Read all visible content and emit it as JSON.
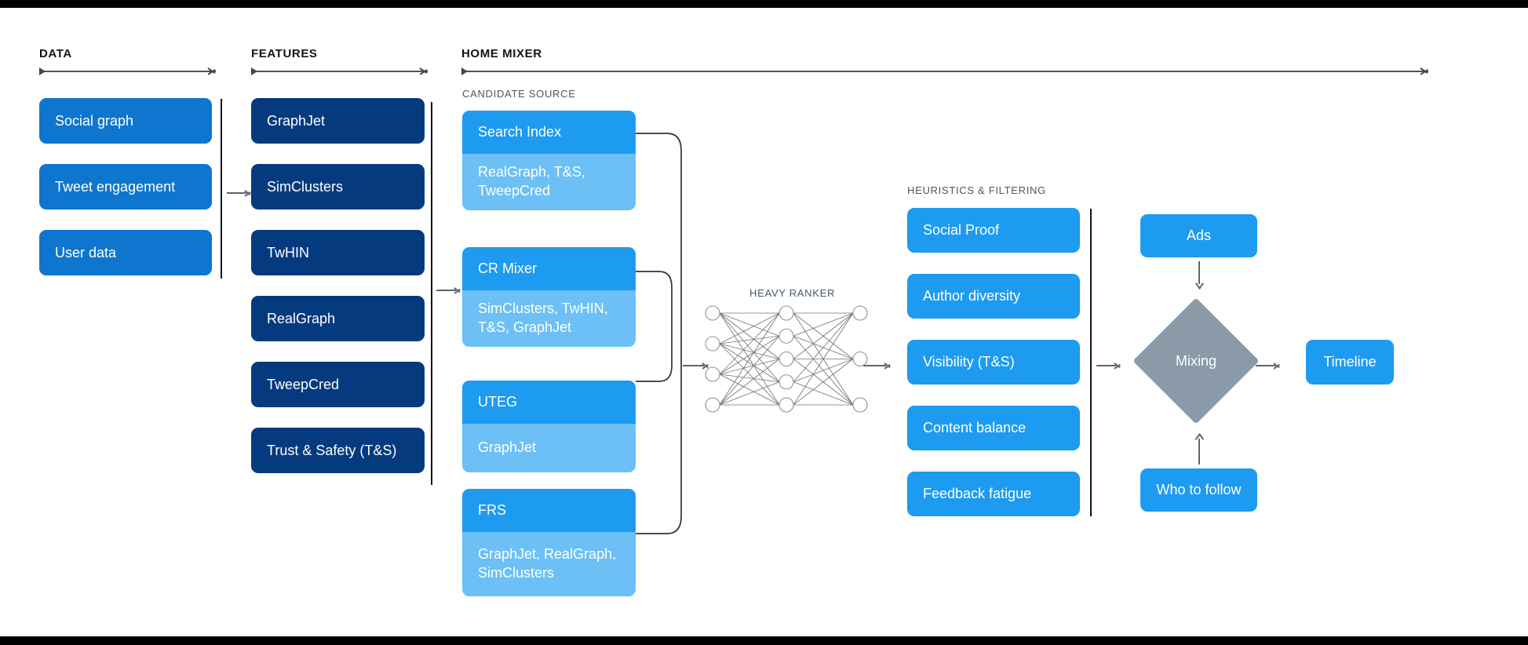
{
  "columns": {
    "data": {
      "title": "DATA"
    },
    "features": {
      "title": "FEATURES"
    },
    "home_mixer": {
      "title": "HOME MIXER"
    }
  },
  "captions": {
    "candidate_source": "CANDIDATE SOURCE",
    "heuristics": "HEURISTICS & FILTERING",
    "heavy_ranker": "HEAVY RANKER"
  },
  "data_boxes": [
    {
      "label": "Social graph"
    },
    {
      "label": "Tweet engagement"
    },
    {
      "label": "User data"
    }
  ],
  "feature_boxes": [
    {
      "label": "GraphJet"
    },
    {
      "label": "SimClusters"
    },
    {
      "label": "TwHIN"
    },
    {
      "label": "RealGraph"
    },
    {
      "label": "TweepCred"
    },
    {
      "label": "Trust & Safety (T&S)"
    }
  ],
  "candidate_sources": [
    {
      "name": "Search Index",
      "features": "RealGraph, T&S,\nTweepCred"
    },
    {
      "name": "CR Mixer",
      "features": "SimClusters, TwHIN,\nT&S, GraphJet"
    },
    {
      "name": "UTEG",
      "features": "GraphJet"
    },
    {
      "name": "FRS",
      "features": "GraphJet, RealGraph,\nSimClusters"
    }
  ],
  "filters": [
    {
      "label": "Social Proof"
    },
    {
      "label": "Author diversity"
    },
    {
      "label": "Visibility (T&S)"
    },
    {
      "label": "Content balance"
    },
    {
      "label": "Feedback fatigue"
    }
  ],
  "outputs": {
    "ads": "Ads",
    "who_to_follow": "Who to follow",
    "mixing": "Mixing",
    "timeline": "Timeline"
  },
  "network": {
    "input_nodes": 4,
    "hidden_nodes": 5,
    "output_nodes": 3
  },
  "colors": {
    "data_box": "#0e76ce",
    "feature_box": "#063a7e",
    "candidate_head": "#1d9bf0",
    "candidate_body": "#6cc0f5",
    "filter_box": "#1d9bf0",
    "output_box": "#1d9bf0",
    "mixing_diamond": "#8b9aa9",
    "background": "#ffffff",
    "letterbox": "#000000"
  }
}
